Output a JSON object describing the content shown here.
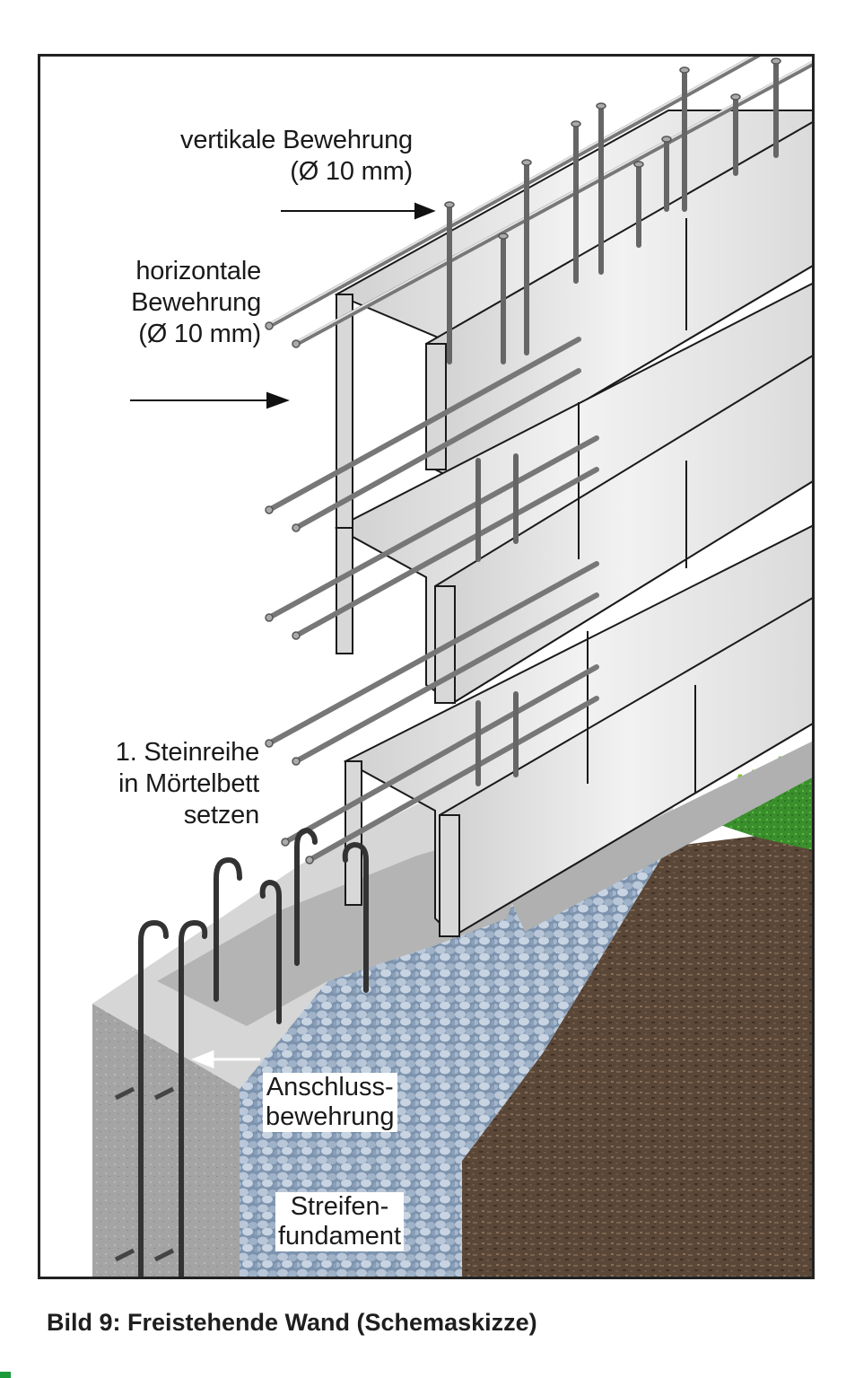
{
  "figure": {
    "labels": {
      "vertical_reinforcement": {
        "line1": "vertikale Bewehrung",
        "line2": "(Ø 10 mm)"
      },
      "horizontal_reinforcement": {
        "line1": "horizontale",
        "line2": "Bewehrung",
        "line3": "(Ø 10 mm)"
      },
      "first_row": {
        "line1": "1. Steinreihe",
        "line2": "in Mörtelbett",
        "line3": "setzen"
      },
      "connection_reinforcement": {
        "line1": "Anschluss-",
        "line2": "bewehrung"
      },
      "strip_foundation": {
        "line1": "Streifen-",
        "line2": "fundament"
      }
    },
    "colors": {
      "block": "#e6e6e6",
      "block_shade": "#c9c9c9",
      "outline": "#1a1a1a",
      "concrete": "#a9a9a9",
      "gravel": "#8fa4bd",
      "soil": "#5a4636",
      "grass": "#3e9a32",
      "grass_blade": "#7cc832",
      "rebar": "#bdbdbd"
    }
  },
  "caption": "Bild 9: Freistehende Wand (Schemaskizze)"
}
